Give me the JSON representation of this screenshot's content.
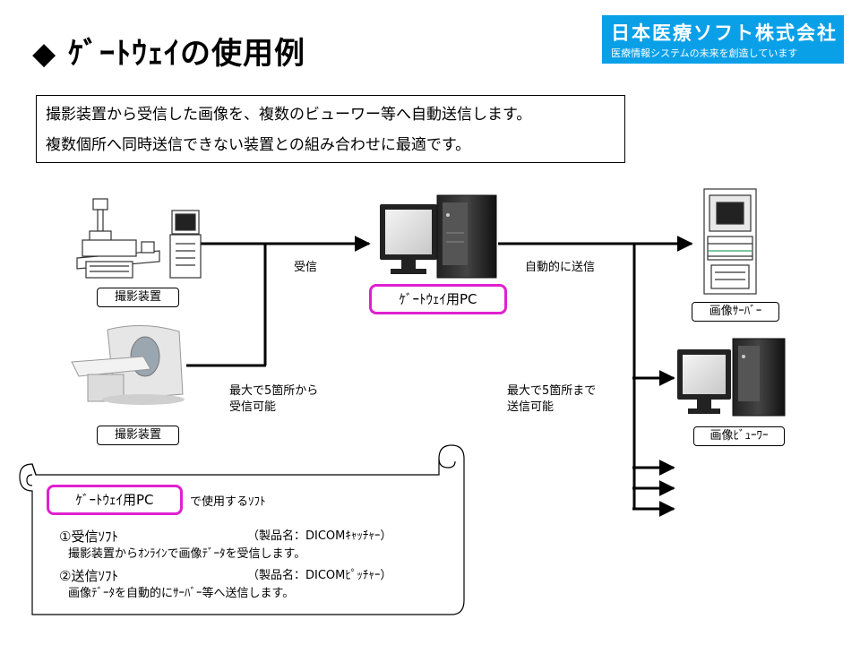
{
  "title": "◆ ｹﾞｰﾄｳｪｲの使用例",
  "logo": {
    "name": "日本医療ソフト株式会社",
    "tagline": "医療情報システムの未来を創造しています"
  },
  "intro": [
    "撮影装置から受信した画像を、複数のビューワー等へ自動送信します。",
    "複数個所へ同時送信できない装置との組み合わせに最適です。"
  ],
  "devices": {
    "modality_label_1": "撮影装置",
    "modality_label_2": "撮影装置"
  },
  "gateway": {
    "label": "ｹﾞｰﾄｳｪｲ用PC"
  },
  "edges": {
    "receive": "受信",
    "auto_send": "自動的に送信"
  },
  "notes": {
    "receive_limit_1": "最大で5箇所から",
    "receive_limit_2": "受信可能",
    "send_limit_1": "最大で5箇所まで",
    "send_limit_2": "送信可能"
  },
  "destinations": {
    "server": "画像ｻｰﾊﾞｰ",
    "viewer": "画像ﾋﾞｭｰﾜｰ"
  },
  "scroll": {
    "gateway_label": "ｹﾞｰﾄｳｪｲ用PC",
    "heading_suffix": "で使用するｿﾌﾄ",
    "soft1_name": "①受信ｿﾌﾄ",
    "soft1_product": "（製品名：DICOMｷｬｯﾁｬｰ）",
    "soft1_desc": "撮影装置からｵﾝﾗｲﾝで画像ﾃﾞｰﾀを受信します。",
    "soft2_name": "②送信ｿﾌﾄ",
    "soft2_product": "（製品名：DICOMﾋﾟｯﾁｬｰ）",
    "soft2_desc": "画像ﾃﾞｰﾀを自動的にｻｰﾊﾞｰ等へ送信します。"
  }
}
